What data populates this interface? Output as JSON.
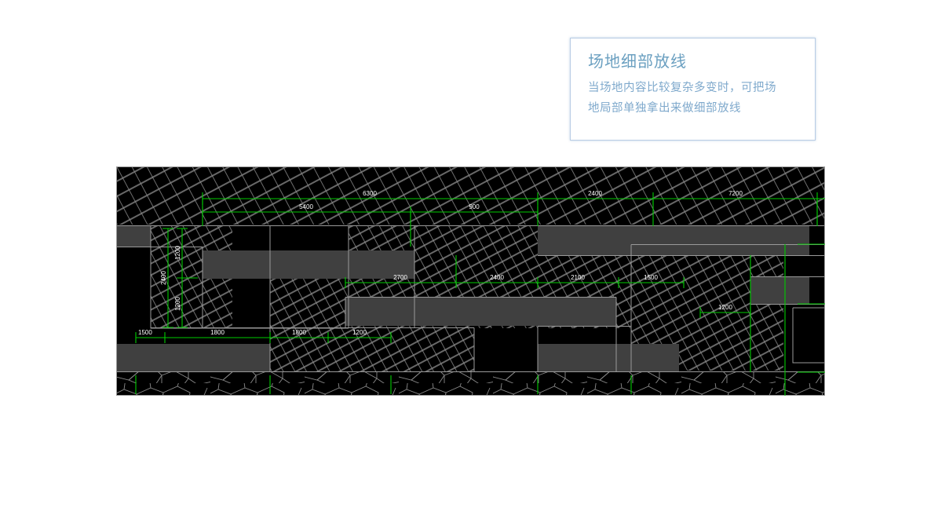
{
  "page": {
    "background_color": "#ffffff"
  },
  "note": {
    "title": "场地细部放线",
    "line1": "当场地内容比较复杂多变时，可把场",
    "line2": "地局部单独拿出来做细部放线",
    "title_color": "#6a9fc0",
    "body_color": "#7fa9cc",
    "border_color": "#b8cce4"
  },
  "drawing": {
    "name": "site-detail-setting-out-plan",
    "background_color": "#000000",
    "dimension_line_color": "#00cc00",
    "dimension_text_color": "#ffffff",
    "paving_line_color": "#808080",
    "block_fill_color": "#404040",
    "dimension_chains": [
      {
        "name": "top-outer-chain",
        "orientation": "horizontal",
        "values": [
          "6300",
          "2400",
          "7200"
        ]
      },
      {
        "name": "top-inner-chain",
        "orientation": "horizontal",
        "values": [
          "5400",
          "900"
        ]
      },
      {
        "name": "middle-chain",
        "orientation": "horizontal",
        "values": [
          "2700",
          "2400",
          "2100",
          "1500"
        ]
      },
      {
        "name": "bottom-chain",
        "orientation": "horizontal",
        "values": [
          "1500",
          "1800",
          "1800",
          "1200"
        ]
      },
      {
        "name": "right-chain",
        "orientation": "horizontal",
        "values": [
          "1200"
        ]
      },
      {
        "name": "left-outer-vertical-chain",
        "orientation": "vertical",
        "values": [
          "2400"
        ]
      },
      {
        "name": "left-inner-vertical-chain",
        "orientation": "vertical",
        "values": [
          "1200",
          "1200"
        ]
      }
    ],
    "labels": {
      "d6300": "6300",
      "d2400a": "2400",
      "d7200": "7200",
      "d5400": "5400",
      "d900": "900",
      "d2700": "2700",
      "d2400b": "2400",
      "d2100": "2100",
      "d1500a": "1500",
      "d1500b": "1500",
      "d1800a": "1800",
      "d1800b": "1800",
      "d1200a": "1200",
      "d1200right": "1200",
      "v2400": "2400",
      "v1200top": "1200",
      "v1200bot": "1200"
    }
  }
}
